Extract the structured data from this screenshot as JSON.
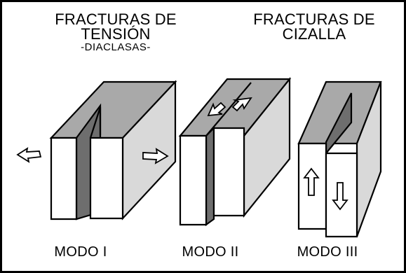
{
  "titles": {
    "tension": {
      "line1": "FRACTURAS DE",
      "line2": "TENSIÓN",
      "line3": "-DIACLASAS-"
    },
    "shear": {
      "line1": "FRACTURAS DE",
      "line2": "CIZALLA"
    }
  },
  "modes": {
    "mode1": "MODO I",
    "mode2": "MODO II",
    "mode3": "MODO III"
  },
  "colors": {
    "front_face": "#ffffff",
    "top_face": "#a9a9a9",
    "side_face": "#d9d9d9",
    "fracture_gap": "#6e6e6e",
    "border": "#000000"
  },
  "icons": [
    "left-arrow-icon",
    "right-arrow-icon",
    "up-arrow-icon",
    "down-arrow-icon"
  ]
}
